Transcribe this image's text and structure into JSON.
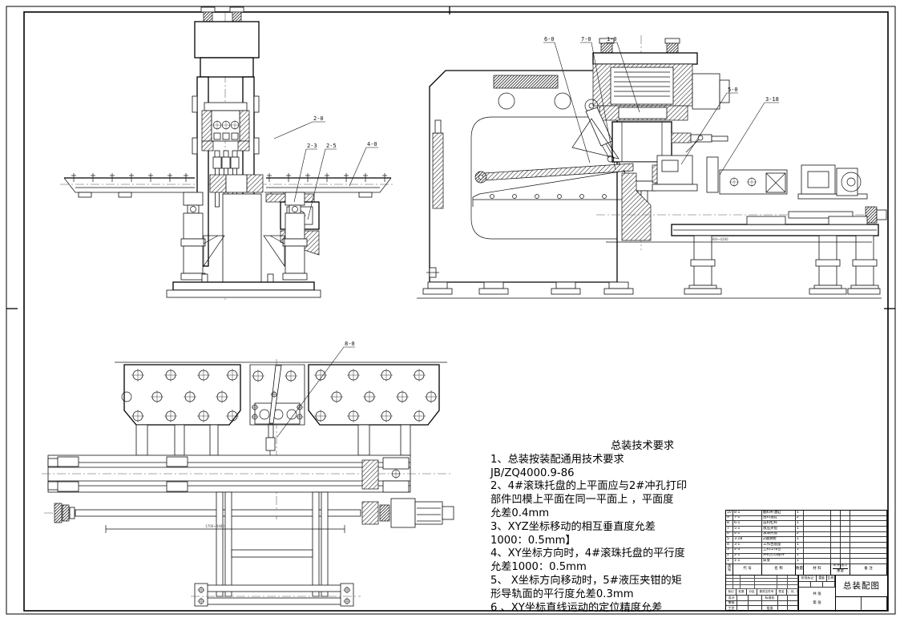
{
  "tech": {
    "title": "总装技术要求",
    "lines": [
      "1、总装按装配通用技术要求",
      "JB/ZQ4000.9-86",
      "2、4#滚珠托盘的上平面应与2#冲孔打印",
      "部件凹模上平面在同一平面上 ，平面度",
      "允差0.4mm",
      "3、XYZ坐标移动的相互垂直度允差",
      "1000：0.5mm】",
      "4、XY坐标方向时，4#滚珠托盘的平行度",
      "允差1000：0.5mm",
      "5、 X坐标方向移动时，5#液压夹钳的矩",
      "形导轨面的平行度允差0.3mm",
      "6 、XY坐标直线运动的定位精度允差"
    ]
  },
  "callouts": {
    "front": [
      "2-0",
      "2-3",
      "2-5",
      "4-0"
    ],
    "side": [
      "6-0",
      "7-0",
      "1-0",
      "5-0",
      "3-18"
    ],
    "plan": [
      "8-0"
    ]
  },
  "dims": {
    "side": "800~4200",
    "plan": "1700~4480"
  },
  "parts": {
    "headers": {
      "no": "序号",
      "code": "代  号",
      "name": "名  称",
      "qty": "数量",
      "material": "材  料",
      "weight_unit": "单件",
      "weight_total": "总计",
      "weight": "重量",
      "note": "备  注"
    },
    "rows": [
      {
        "no": "10",
        "code": "8-1",
        "name": "翻料杆油缸",
        "qty": "1"
      },
      {
        "no": "9",
        "code": "7-1",
        "name": "压料油缸",
        "qty": "2"
      },
      {
        "no": "8",
        "code": "6-1",
        "name": "压料杠杆",
        "qty": "1"
      },
      {
        "no": "7",
        "code": "5-1",
        "name": "液压夹钳",
        "qty": "1"
      },
      {
        "no": "6",
        "code": "4-1",
        "name": "滚珠托盘",
        "qty": "2"
      },
      {
        "no": "5",
        "code": "3-18",
        "name": "Z轴滑枕",
        "qty": "1"
      },
      {
        "no": "4",
        "code": "3-1",
        "name": "工作台底座",
        "qty": "1"
      },
      {
        "no": "3",
        "code": "2-3",
        "name": "上料工作台",
        "qty": "1"
      },
      {
        "no": "2",
        "code": "2-1",
        "name": "冲孔打印部件",
        "qty": "1"
      },
      {
        "no": "1",
        "code": "1-1",
        "name": "床身",
        "qty": "1"
      }
    ]
  },
  "tb": {
    "drawing_name": "总装配图",
    "rev_mark": "标记",
    "rev_count": "处数",
    "rev_zone": "分区",
    "rev_file": "更改文件号",
    "rev_sign": "签名",
    "rev_date": "年、月、日",
    "design": "设计",
    "check": "审核",
    "process": "工艺",
    "standard": "标准化",
    "approve": "批准",
    "stage": "阶段标记",
    "weight": "重量",
    "scale": "比例",
    "sheets_total": "共  张",
    "sheet_no": "第  张"
  }
}
